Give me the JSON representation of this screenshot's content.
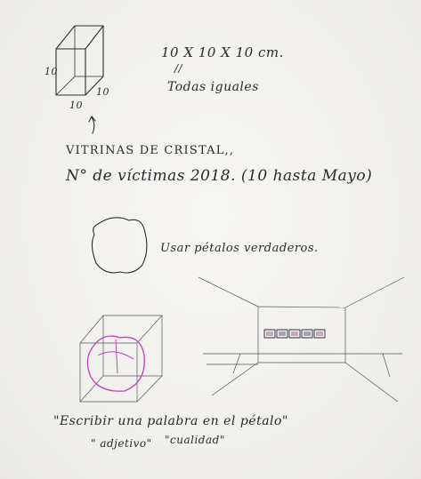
{
  "cube_labels": {
    "height": "10",
    "depth": "10",
    "width": "10"
  },
  "dimensions": "10 X 10 X 10 cm.",
  "ditto": "//",
  "all_equal": "Todas iguales",
  "title": "VITRINAS DE CRISTAL,,",
  "victims_line": "N° de víctimas 2018. (10 hasta Mayo)",
  "petals_note": "Usar pétalos verdaderos.",
  "write_word": "\"Escribir una palabra en el pétalo\"",
  "examples": [
    "\" adjetivo\"",
    "\"cualidad\""
  ]
}
